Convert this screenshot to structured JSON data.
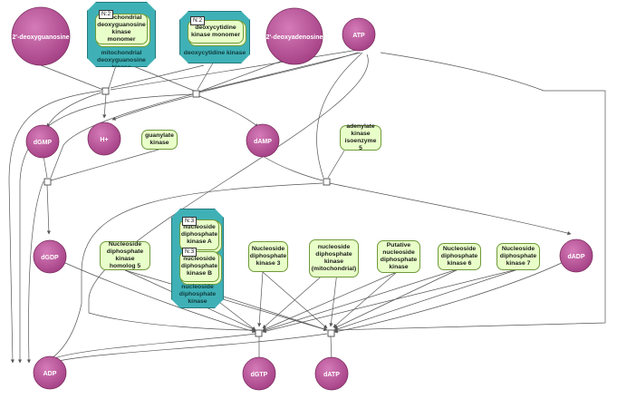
{
  "metabolites": {
    "deoxyguanosine": "2'-deoxyguanosine",
    "deoxyadenosine": "2'-deoxyadenosine",
    "atp": "ATP",
    "dgmp": "dGMP",
    "hplus": "H+",
    "damp": "dAMP",
    "dgdp": "dGDP",
    "dadp": "dADP",
    "adp": "ADP",
    "dgtp": "dGTP",
    "datp": "dATP"
  },
  "complexes": {
    "dguok": {
      "multiplier": "N:2",
      "member": "mitochondrial deoxyguanosine kinase monomer",
      "label": "mitochondrial deoxyguanosine kinase"
    },
    "dck": {
      "multiplier": "N:2",
      "member": "deoxycytidine kinase monomer",
      "label": "deoxycytidine kinase"
    },
    "ndpk": {
      "multiplier_a": "N:3",
      "member_a": "nucleoside diphosphate kinase A",
      "multiplier_b": "N:3",
      "member_b": "nucleoside diphosphate kinase B",
      "label": "nucleoside diphosphate kinase"
    }
  },
  "enzymes": {
    "guanylate_kinase": "guanylate kinase",
    "adenylate_kinase5": "adenylate kinase isoenzyme 5",
    "nme_homolog5": "Nucleoside diphosphate kinase homolog 5",
    "nme3": "Nucleoside diphosphate kinase 3",
    "nme_mito": "nucleoside diphosphate kinase (mitochondrial)",
    "putative_nme": "Putative nucleoside diphosphate kinase",
    "nme6": "Nucleoside diphosphate kinase 6",
    "nme7": "Nucleoside diphosphate kinase 7"
  },
  "colors": {
    "metabolite_fill": "#b74f95",
    "enzyme_fill": "#e9ffc9",
    "complex_fill": "#3fb1b6",
    "edge": "#444444"
  }
}
